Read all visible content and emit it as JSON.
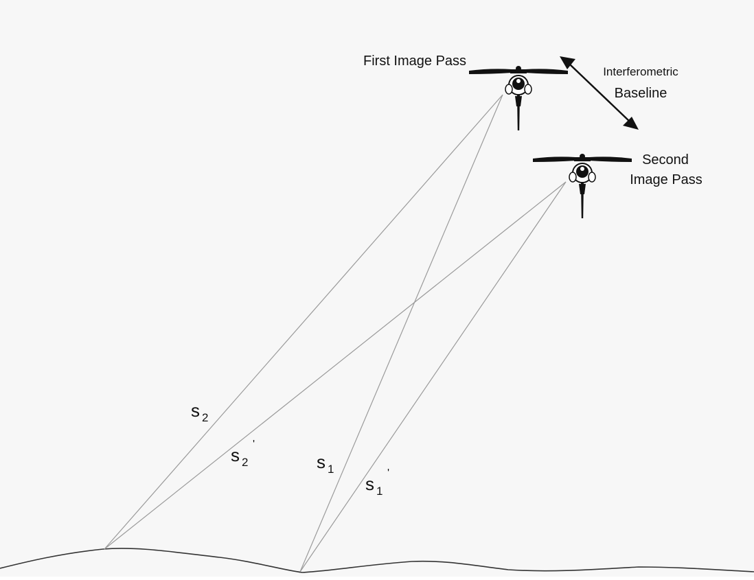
{
  "diagram": {
    "labels": {
      "first_pass": "First Image Pass",
      "baseline_line1": "Interferometric",
      "baseline_line2": "Baseline",
      "second_pass_line1": "Second",
      "second_pass_line2": "Image Pass"
    },
    "ranges": [
      {
        "base": "s",
        "sub": "2",
        "prime": ""
      },
      {
        "base": "s",
        "sub": "2",
        "prime": "'"
      },
      {
        "base": "s",
        "sub": "1",
        "prime": ""
      },
      {
        "base": "s",
        "sub": "1",
        "prime": "'"
      }
    ]
  },
  "colors": {
    "background": "#f7f7f7",
    "lines": "#9a9a9a",
    "ink": "#111111"
  }
}
